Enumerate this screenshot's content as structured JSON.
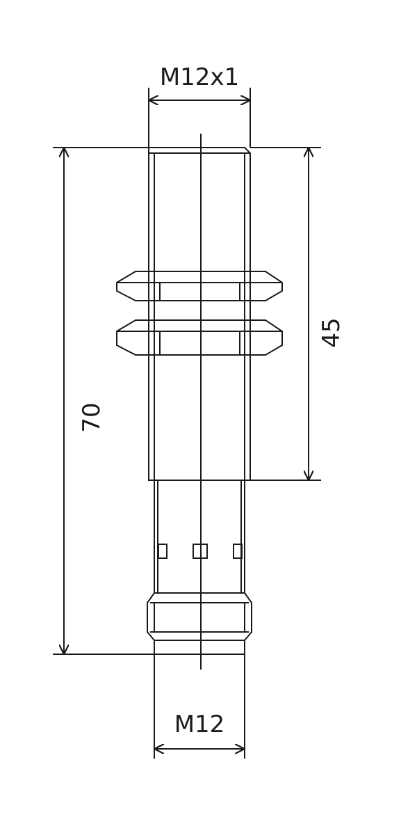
{
  "drawing": {
    "top_thread_label": "M12x1",
    "bottom_thread_label": "M12",
    "overall_length_label": "70",
    "housing_length_label": "45"
  },
  "colors": {
    "line": "#1a1a1a",
    "background": "#ffffff"
  }
}
